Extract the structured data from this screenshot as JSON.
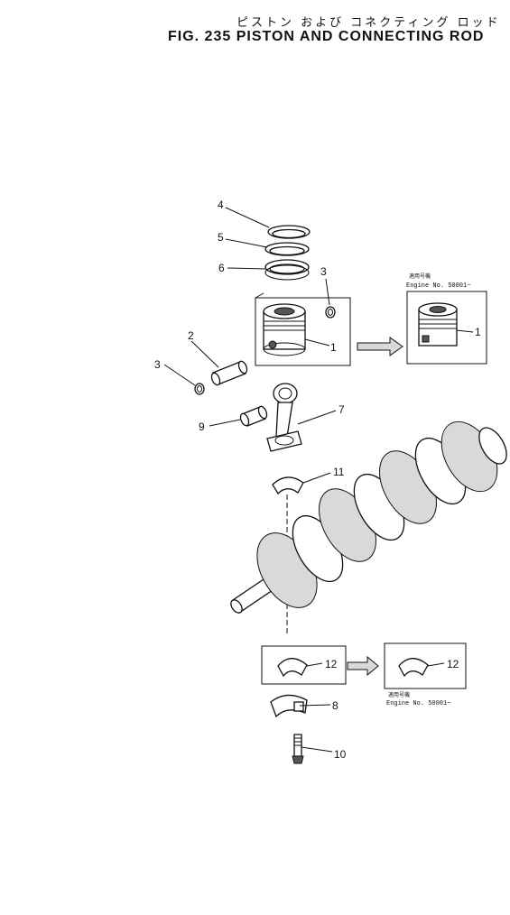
{
  "header": {
    "title_jp": "ピストン および コネクティング ロッド",
    "title_en": "FIG. 235  PISTON AND CONNECTING ROD"
  },
  "callouts": {
    "c1": "1",
    "c1_inset": "1",
    "c2": "2",
    "c3_upper": "3",
    "c3_lower": "3",
    "c4": "4",
    "c5": "5",
    "c6": "6",
    "c7": "7",
    "c8": "8",
    "c9": "9",
    "c10": "10",
    "c11": "11",
    "c12": "12",
    "c12_inset": "12"
  },
  "notes": {
    "piston_inset_jp": "適用号機",
    "piston_inset_en": "Engine No. 50001~",
    "bearing_inset_jp": "適用号機",
    "bearing_inset_en": "Engine No. 50001~"
  }
}
